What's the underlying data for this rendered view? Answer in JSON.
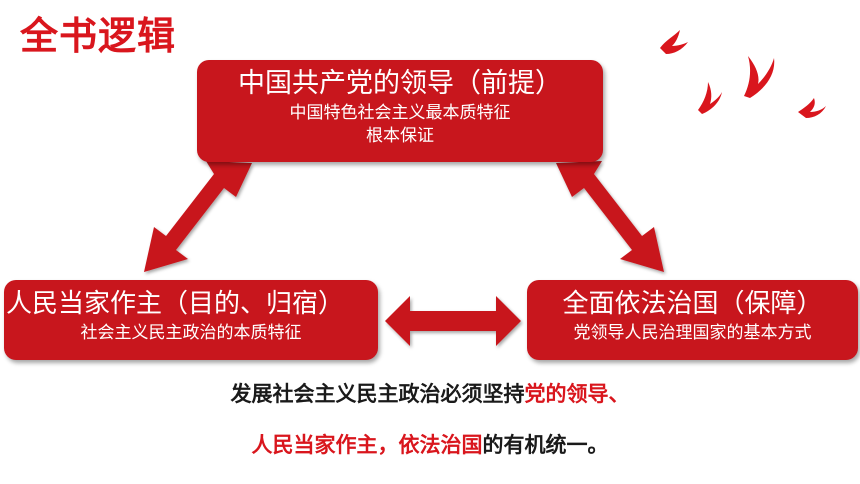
{
  "title": "全书逻辑",
  "top_box": {
    "heading": "中国共产党的领导（前提）",
    "line1": "中国特色社会主义最本质特征",
    "line2": "根本保证"
  },
  "left_box": {
    "heading": "人民当家作主（目的、归宿）",
    "line1": "社会主义民主政治的本质特征"
  },
  "right_box": {
    "heading": "全面依法治国（保障）",
    "line1": "党领导人民治理国家的基本方式"
  },
  "summary": {
    "line1_plain": "发展社会主义民主政治必须坚持",
    "line1_highlight": "党的领导、",
    "line2_highlight": "人民当家作主，依法治国",
    "line2_plain": "的有机统一。"
  },
  "colors": {
    "accent": "#c8161d",
    "title_red": "#d9161d",
    "text": "#1a1a1a"
  },
  "icons": [
    "dove-icon"
  ]
}
